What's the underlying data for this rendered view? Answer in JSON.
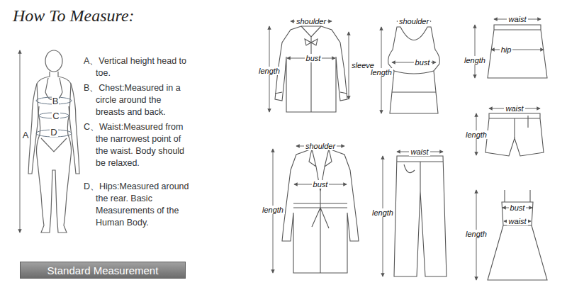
{
  "diagram": {
    "title": "How To Measure:",
    "nodes": [
      {
        "text": [
          "Standard Measurement"
        ]
      }
    ],
    "labels": [
      "A",
      "B",
      "C",
      "D",
      "A、Vertical height head to toe.",
      "B、Chest:Measured in a circle around the breasts and back.",
      "C、Waist:Measured from the narrowest point of the waist. Body should be relaxed.",
      "D、Hips:Measured around the rear. Basic Measurements of the Human Body.",
      "shoulder",
      "bust",
      "length",
      "sleeve",
      "shoulder",
      "bust",
      "length",
      "waist",
      "hip",
      "length",
      "waist",
      "length",
      "shoulder",
      "bust",
      "length",
      "waist",
      "length",
      "bust",
      "waist",
      "length"
    ]
  }
}
